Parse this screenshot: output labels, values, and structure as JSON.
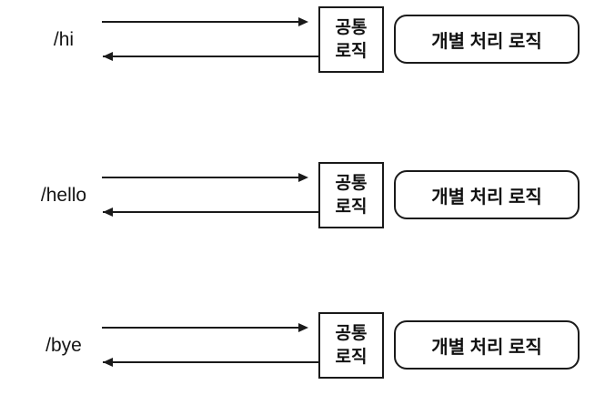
{
  "canvas": {
    "background": "#ffffff",
    "line_color": "#1a1a1a",
    "text_color": "#111111"
  },
  "rows": [
    {
      "endpoint": "/hi",
      "common_line1": "공통",
      "common_line2": "로직",
      "handler": "개별 처리 로직"
    },
    {
      "endpoint": "/hello",
      "common_line1": "공통",
      "common_line2": "로직",
      "handler": "개별 처리 로직"
    },
    {
      "endpoint": "/bye",
      "common_line1": "공통",
      "common_line2": "로직",
      "handler": "개별 처리 로직"
    }
  ]
}
